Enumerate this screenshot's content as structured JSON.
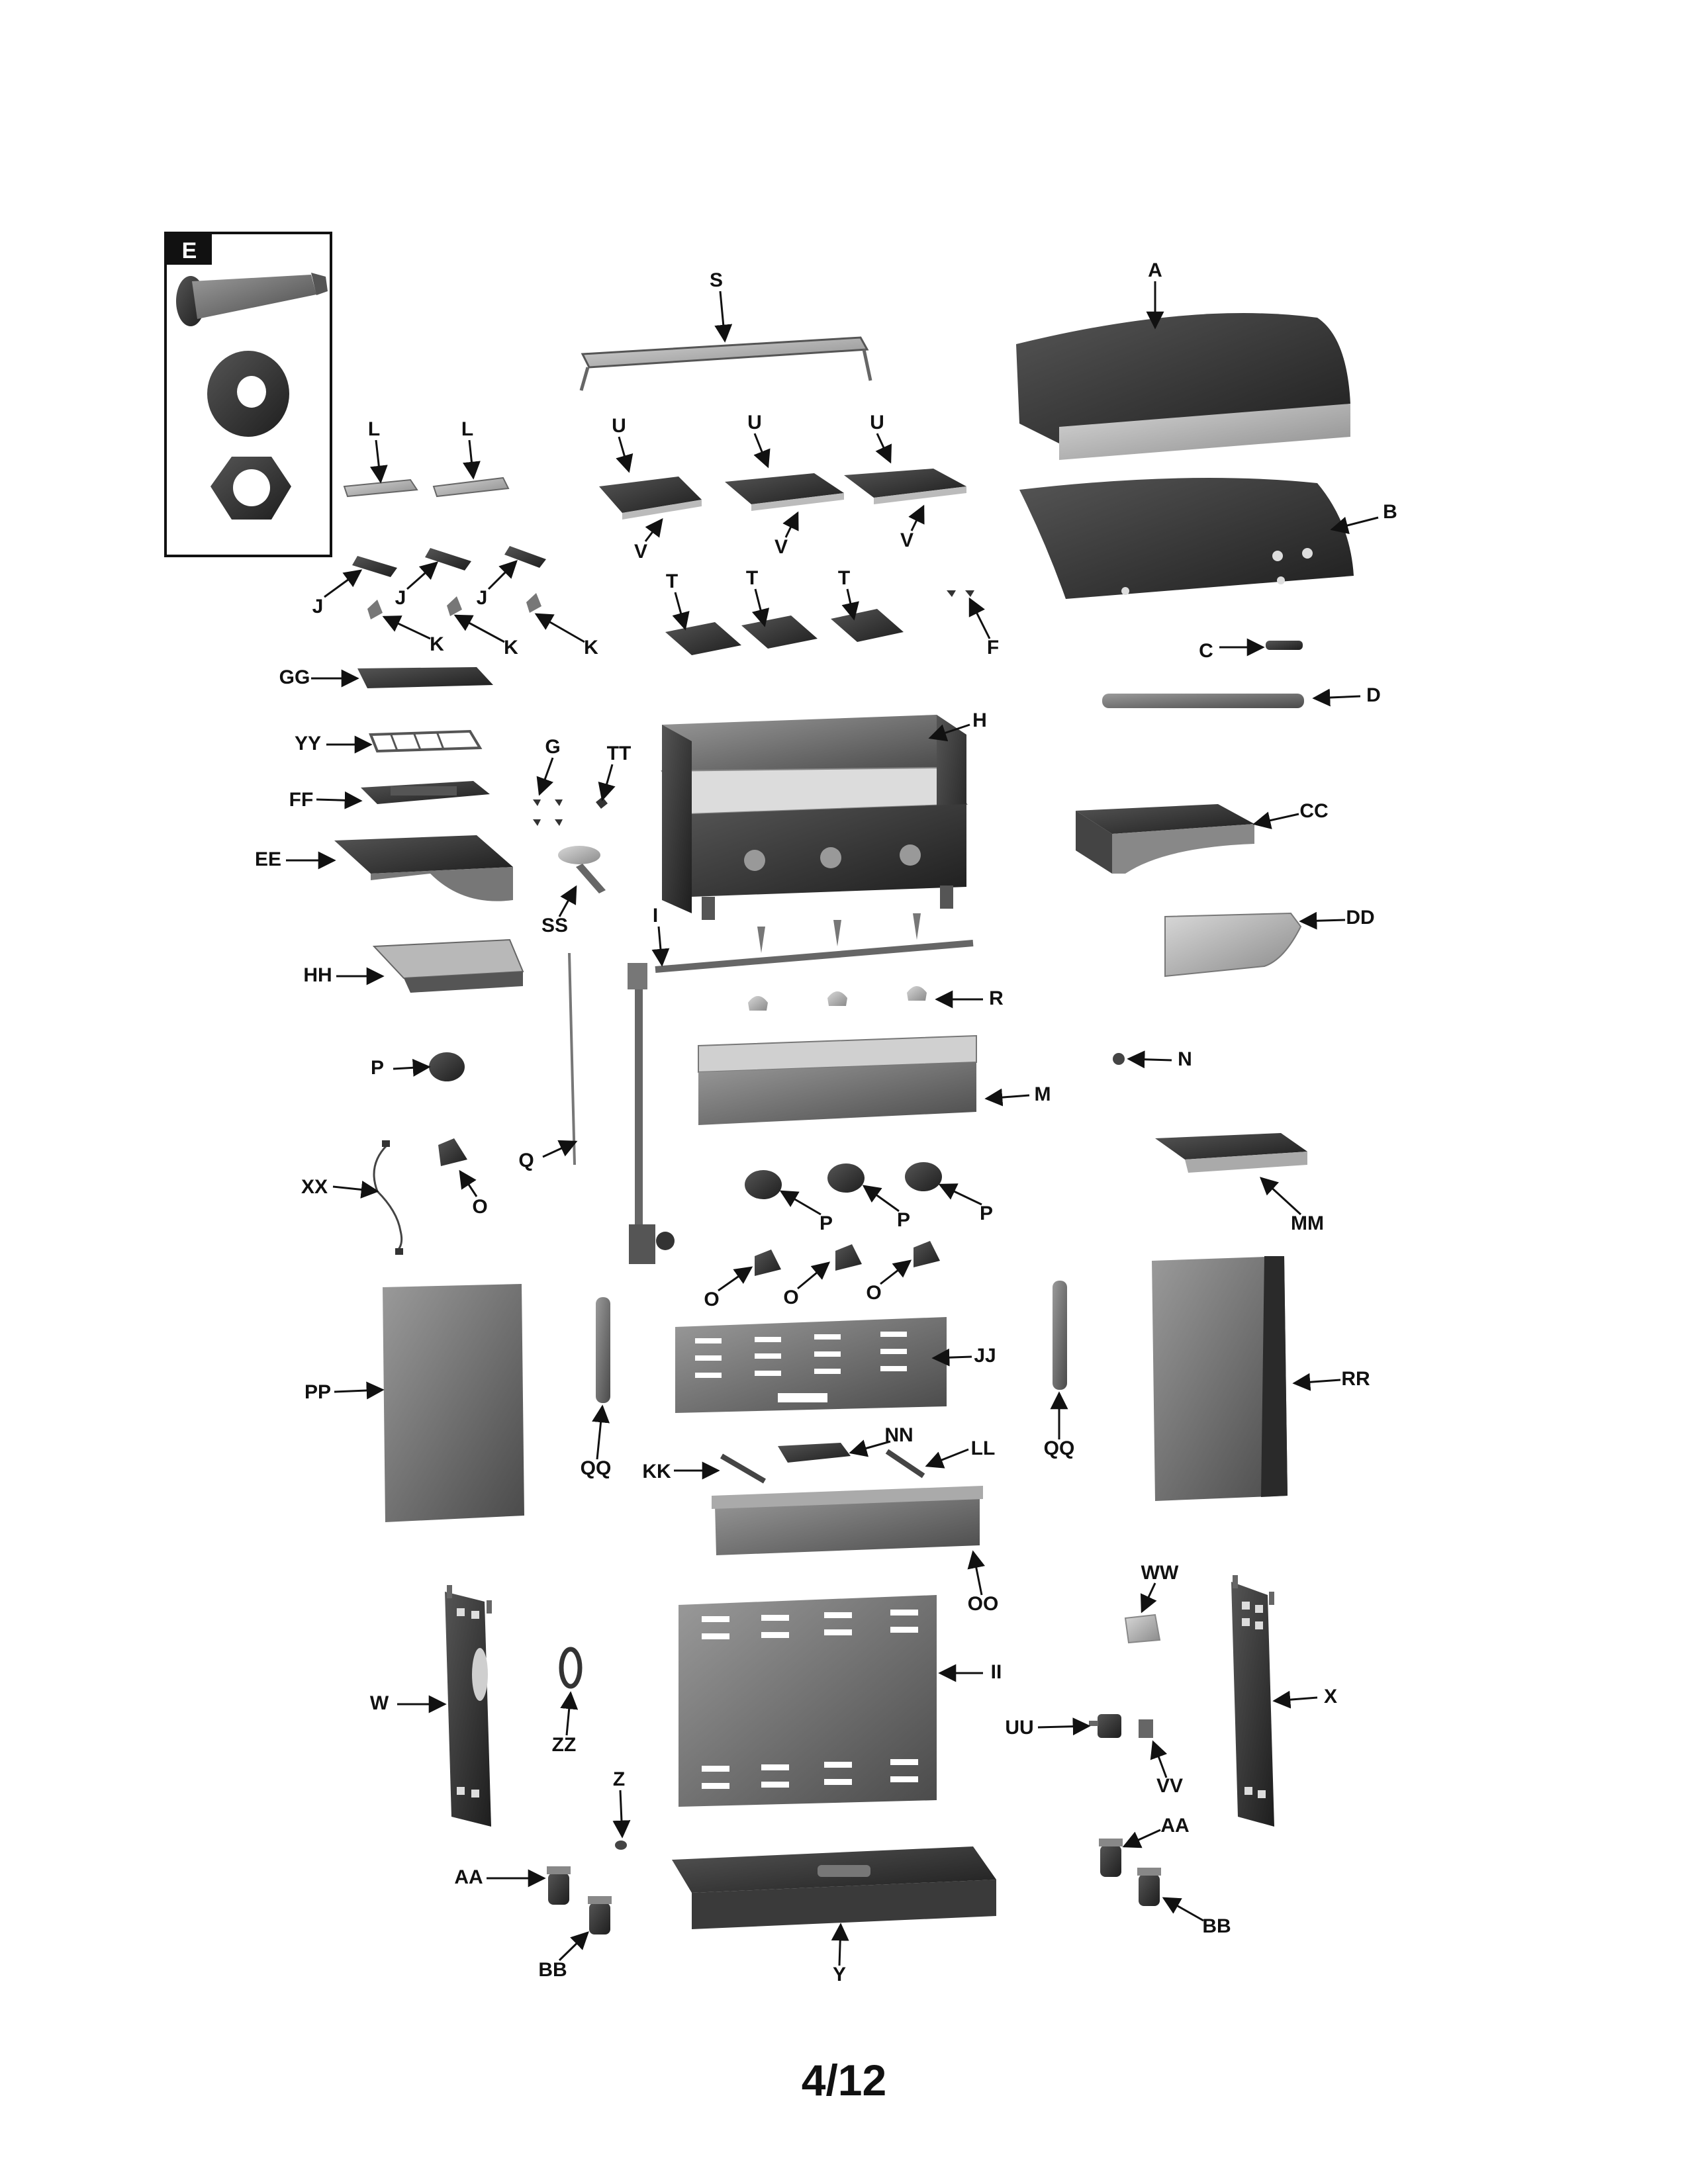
{
  "diagram": {
    "inset_label": "E",
    "page_number": "4/12",
    "callouts": [
      "S",
      "A",
      "B",
      "L",
      "L",
      "U",
      "U",
      "U",
      "V",
      "V",
      "V",
      "J",
      "J",
      "J",
      "K",
      "K",
      "K",
      "T",
      "T",
      "T",
      "F",
      "C",
      "D",
      "GG",
      "YY",
      "FF",
      "EE",
      "G",
      "TT",
      "H",
      "CC",
      "SS",
      "DD",
      "I",
      "HH",
      "R",
      "P",
      "N",
      "M",
      "Q",
      "XX",
      "O",
      "P",
      "P",
      "P",
      "MM",
      "O",
      "O",
      "O",
      "PP",
      "JJ",
      "QQ",
      "QQ",
      "RR",
      "NN",
      "LL",
      "KK",
      "OO",
      "WW",
      "II",
      "W",
      "X",
      "ZZ",
      "UU",
      "VV",
      "Z",
      "AA",
      "AA",
      "BB",
      "BB",
      "Y"
    ]
  }
}
